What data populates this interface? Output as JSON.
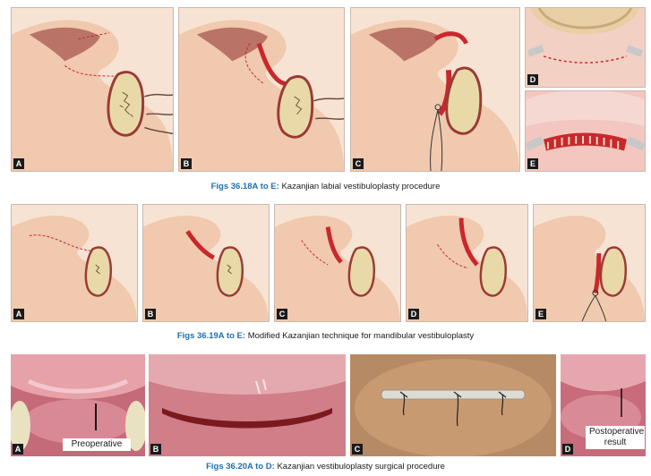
{
  "row1": {
    "panels": [
      {
        "letter": "A"
      },
      {
        "letter": "B"
      },
      {
        "letter": "C"
      },
      {
        "letter": "D"
      },
      {
        "letter": "E"
      }
    ],
    "caption": {
      "fig": "Figs 36.18A to E:",
      "text": "Kazanjian labial vestibuloplasty procedure"
    }
  },
  "row2": {
    "panels": [
      {
        "letter": "A"
      },
      {
        "letter": "B"
      },
      {
        "letter": "C"
      },
      {
        "letter": "D"
      },
      {
        "letter": "E"
      }
    ],
    "caption": {
      "fig": "Figs 36.19A to E:",
      "text": "Modified Kazanjian technique for mandibular vestibuloplasty"
    }
  },
  "row3": {
    "photos": [
      {
        "letter": "A",
        "label": "Preoperative"
      },
      {
        "letter": "B"
      },
      {
        "letter": "C"
      },
      {
        "letter": "D",
        "label_line1": "Postoperative",
        "label_line2": "result"
      }
    ],
    "caption": {
      "fig": "Figs 36.20A to D:",
      "text": "Kazanjian vestibuloplasty surgical procedure"
    }
  },
  "colors": {
    "tissue": "#f2cdb5",
    "muscle": "#b0645a",
    "incision": "#c8282c",
    "bone": "#e9d9a8",
    "caption_blue": "#1f6fb2"
  }
}
